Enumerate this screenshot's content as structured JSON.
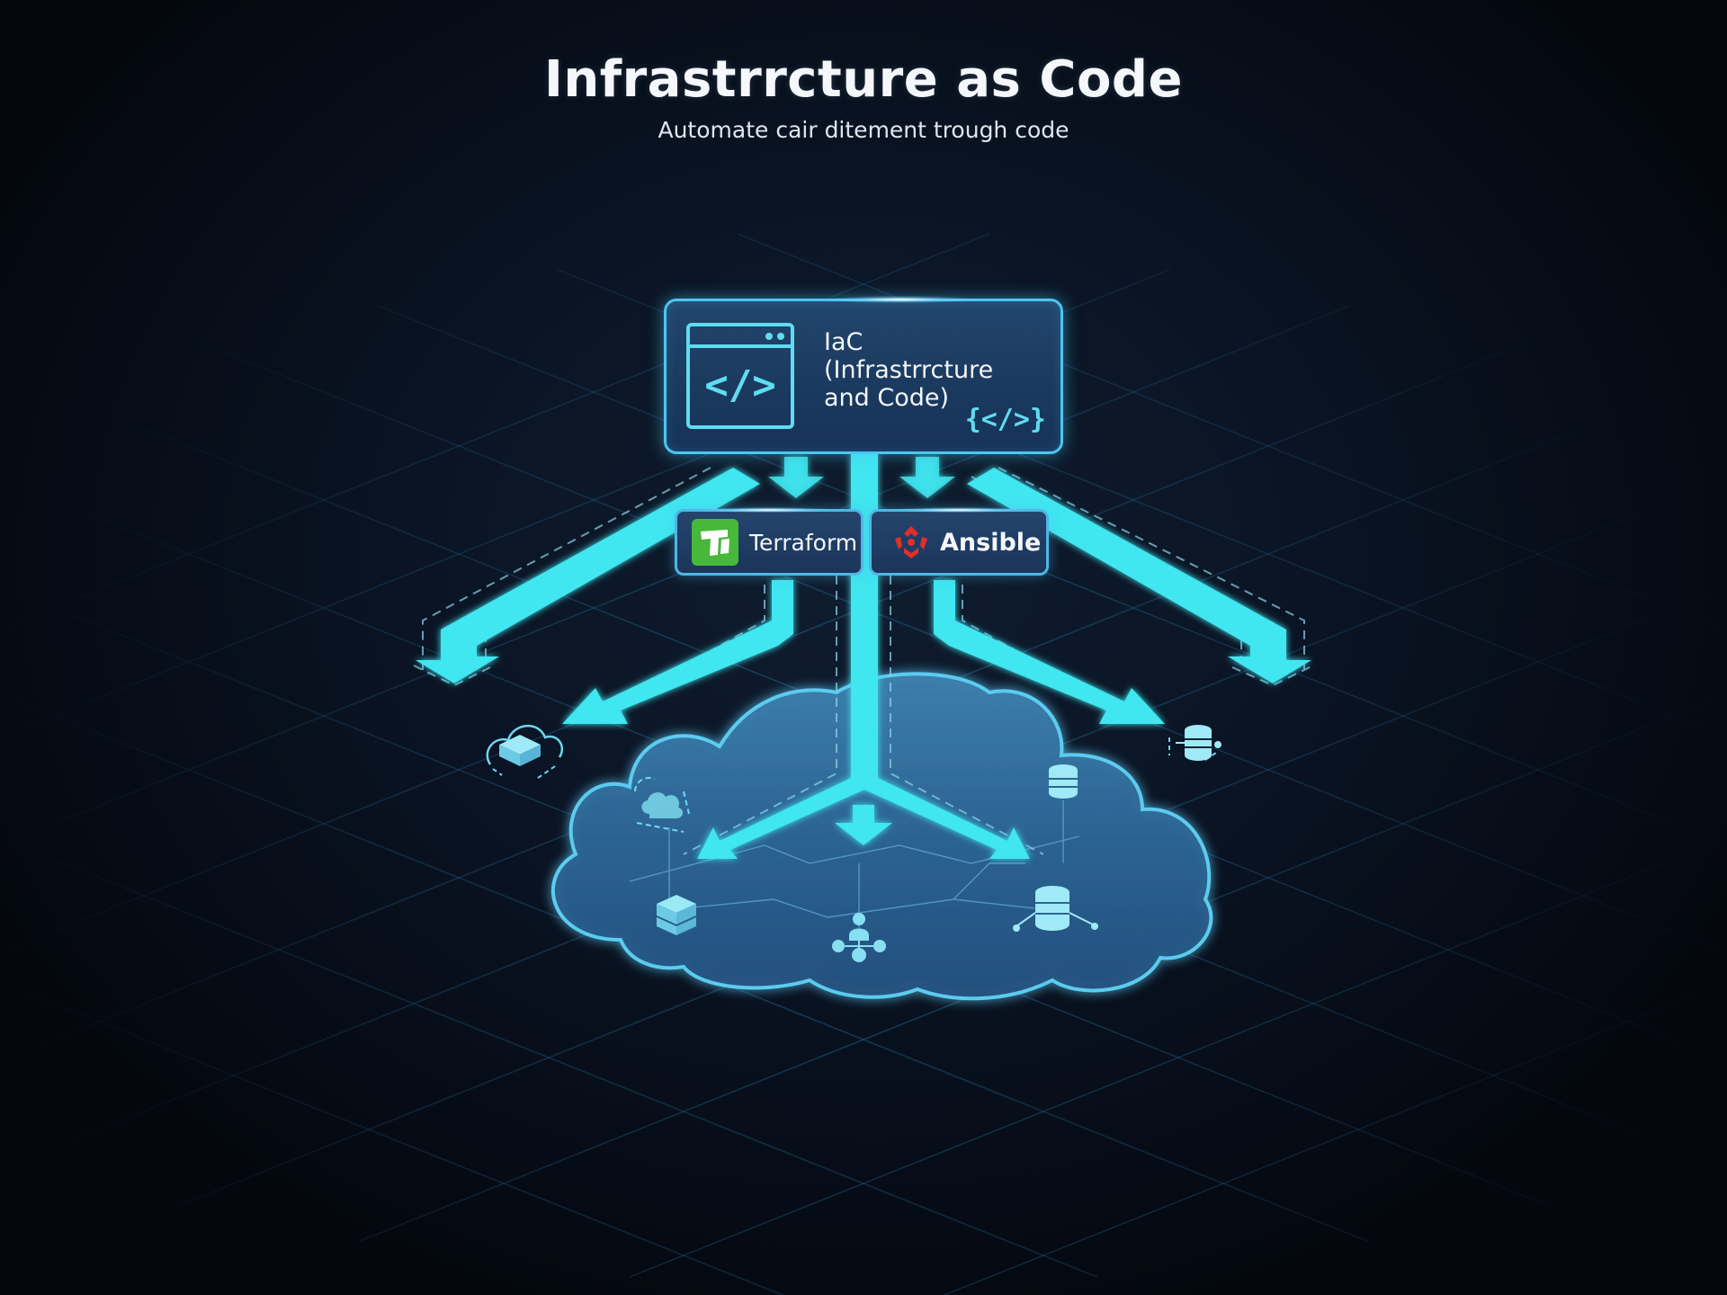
{
  "header": {
    "title": "Infrastrrcture as Code",
    "subtitle": "Automate cair ditement trough code"
  },
  "iac_card": {
    "label_line1": "IaC",
    "label_line2": "(Infrastrrcture",
    "label_line3": "and Code)",
    "icon": "code-window-icon",
    "icon_glyph": "</>",
    "badge_glyph": "{</>}"
  },
  "tools": [
    {
      "name": "Terraform",
      "icon": "terraform-logo",
      "color": "#48b83a"
    },
    {
      "name": "Ansible",
      "icon": "ansible-logo",
      "color": "#e0302a"
    }
  ],
  "cloud": {
    "nodes": [
      {
        "type": "cloud-icon"
      },
      {
        "type": "server-stack-icon"
      },
      {
        "type": "user-network-icon"
      },
      {
        "type": "database-icon"
      },
      {
        "type": "database-icon"
      }
    ]
  },
  "external_nodes": [
    {
      "type": "cloud-server-icon",
      "side": "left"
    },
    {
      "type": "database-icon",
      "side": "right"
    }
  ],
  "colors": {
    "background": "#0a1424",
    "accent_cyan": "#3fe6f0",
    "card_border": "#4cc6ee",
    "card_fill": "#1f4068",
    "cloud_fill": "#2a5f8f"
  }
}
